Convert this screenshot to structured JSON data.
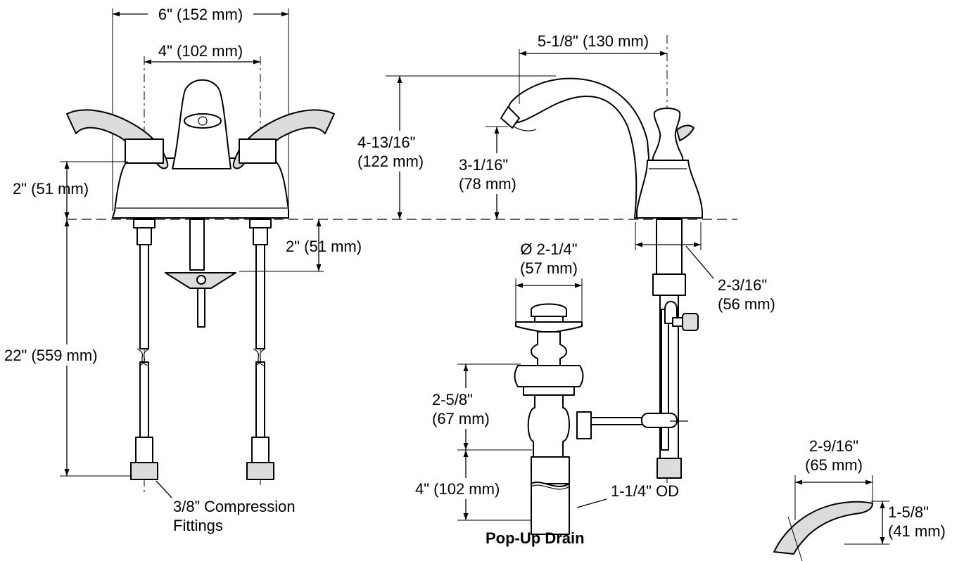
{
  "labels": {
    "overall_width": "6\" (152 mm)",
    "centers": "4\" (102 mm)",
    "handle_height": "2\" (51 mm)",
    "drain_lever_depth": "2\" (51 mm)",
    "supply_length": "22\" (559 mm)",
    "fittings_line1": "3/8” Compression",
    "fittings_line2": "Fittings",
    "spout_reach": "5-1/8\" (130 mm)",
    "spout_height_line1": "4-13/16\"",
    "spout_height_line2": "(122 mm)",
    "aerator_height_line1": "3-1/16\"",
    "aerator_height_line2": "(78 mm)",
    "base_diameter_line1": "2-3/16\"",
    "base_diameter_line2": "(56 mm)",
    "flange_diameter_line1": "Ø 2-1/4\"",
    "flange_diameter_line2": "(57 mm)",
    "drain_body_line1": "2-5/8\"",
    "drain_body_line2": "(67 mm)",
    "tailpiece": "4\" (102 mm)",
    "tailpiece_od": "1-1/4\" OD",
    "popup_title": "Pop-Up Drain",
    "lever_length_line1": "2-9/16\"",
    "lever_length_line2": "(65 mm)",
    "lever_height_line1": "1-5/8\"",
    "lever_height_line2": "(41 mm)"
  }
}
